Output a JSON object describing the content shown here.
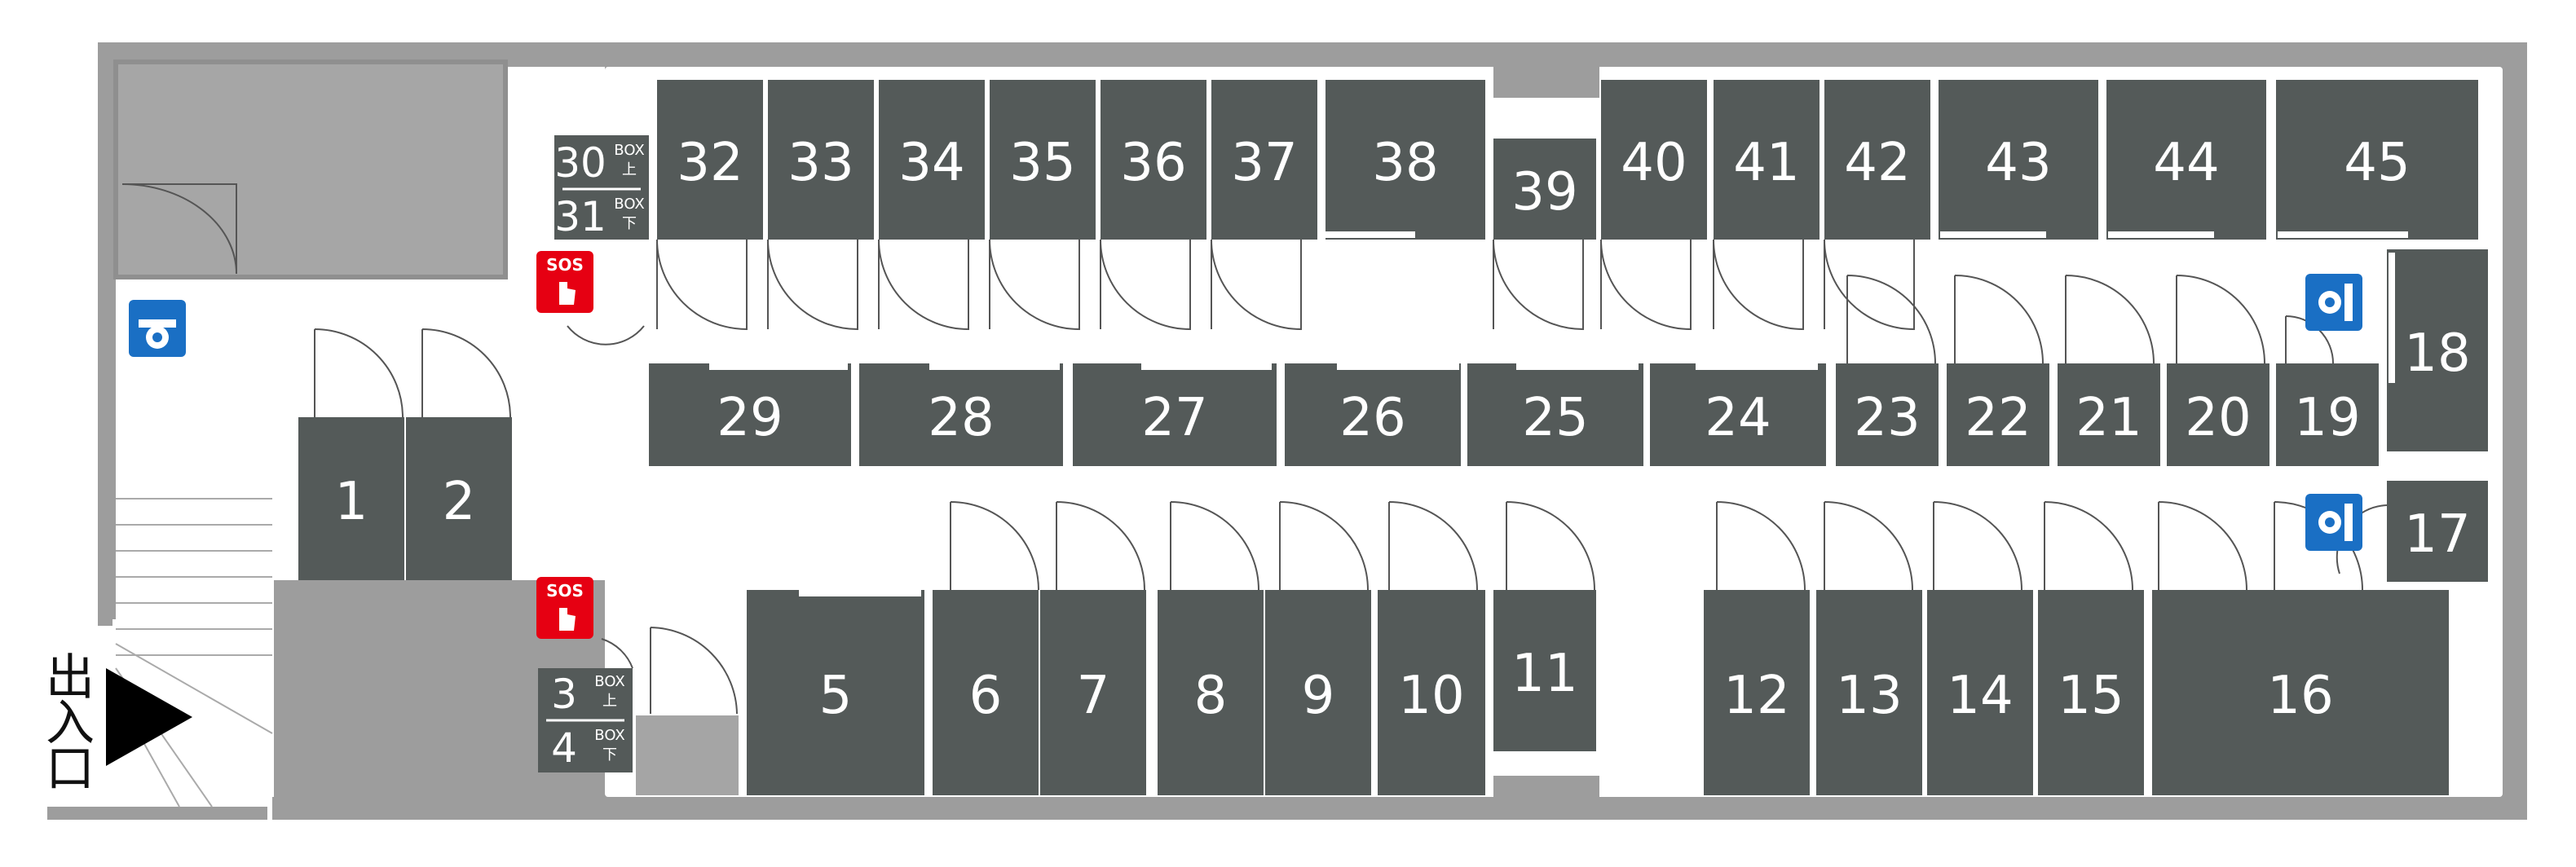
{
  "entrance": {
    "chars": [
      "出",
      "入",
      "口"
    ]
  },
  "sos": {
    "label": "SOS",
    "color": "#e60012"
  },
  "box_labels": {
    "unit30": "30",
    "unit31": "31",
    "unit3": "3",
    "unit4": "4",
    "box": "BOX",
    "upper": "上",
    "lower": "下"
  },
  "units": {
    "1": "1",
    "2": "2",
    "5": "5",
    "6": "6",
    "7": "7",
    "8": "8",
    "9": "9",
    "10": "10",
    "11": "11",
    "12": "12",
    "13": "13",
    "14": "14",
    "15": "15",
    "16": "16",
    "17": "17",
    "18": "18",
    "19": "19",
    "20": "20",
    "21": "21",
    "22": "22",
    "23": "23",
    "24": "24",
    "25": "25",
    "26": "26",
    "27": "27",
    "28": "28",
    "29": "29",
    "32": "32",
    "33": "33",
    "34": "34",
    "35": "35",
    "36": "36",
    "37": "37",
    "38": "38",
    "39": "39",
    "40": "40",
    "41": "41",
    "42": "42",
    "43": "43",
    "44": "44",
    "45": "45"
  },
  "colors": {
    "unit": "#545a59",
    "wall": "#9d9d9d",
    "camera": "#1a6fc4"
  },
  "icons": [
    "security-camera-icon",
    "sos-alarm-icon",
    "entrance-arrow-icon"
  ]
}
